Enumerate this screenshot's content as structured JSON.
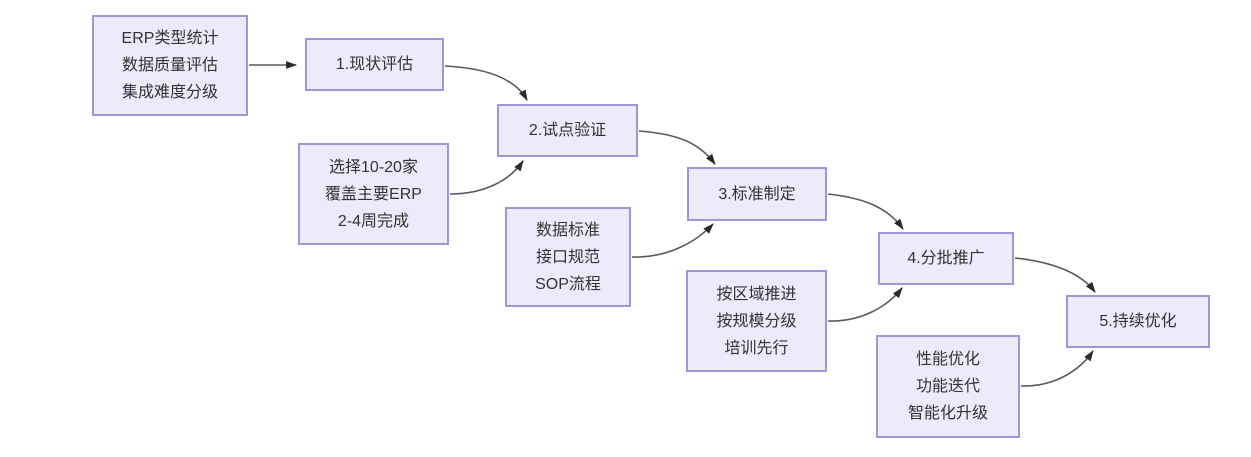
{
  "diagram": {
    "type": "flowchart",
    "nodes": {
      "assessment_inputs": {
        "lines": [
          "ERP类型统计",
          "数据质量评估",
          "集成难度分级"
        ]
      },
      "step1": {
        "label": "1.现状评估"
      },
      "step2": {
        "label": "2.试点验证"
      },
      "pilot_inputs": {
        "lines": [
          "选择10-20家",
          "覆盖主要ERP",
          "2-4周完成"
        ]
      },
      "step3": {
        "label": "3.标准制定"
      },
      "standards_inputs": {
        "lines": [
          "数据标准",
          "接口规范",
          "SOP流程"
        ]
      },
      "step4": {
        "label": "4.分批推广"
      },
      "rollout_inputs": {
        "lines": [
          "按区域推进",
          "按规模分级",
          "培训先行"
        ]
      },
      "step5": {
        "label": "5.持续优化"
      },
      "optimization_inputs": {
        "lines": [
          "性能优化",
          "功能迭代",
          "智能化升级"
        ]
      }
    },
    "edges": [
      {
        "from": "assessment_inputs",
        "to": "step1"
      },
      {
        "from": "step1",
        "to": "step2"
      },
      {
        "from": "pilot_inputs",
        "to": "step2"
      },
      {
        "from": "step2",
        "to": "step3"
      },
      {
        "from": "standards_inputs",
        "to": "step3"
      },
      {
        "from": "step3",
        "to": "step4"
      },
      {
        "from": "rollout_inputs",
        "to": "step4"
      },
      {
        "from": "step4",
        "to": "step5"
      },
      {
        "from": "optimization_inputs",
        "to": "step5"
      }
    ],
    "colors": {
      "node_fill": "#eceafb",
      "node_border": "#a294da",
      "arrow_line": "#5a5a5a",
      "arrow_head": "#2b2b2b",
      "text": "#333333",
      "background": "#ffffff"
    }
  }
}
